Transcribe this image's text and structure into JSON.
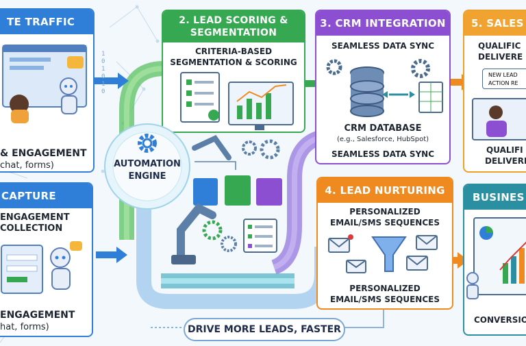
{
  "cards": {
    "traffic": {
      "title": "TE TRAFFIC",
      "line1": "& ENGAGEMENT",
      "line2": "chat, forms)"
    },
    "capture": {
      "title": "CAPTURE",
      "line1": "ENGAGEMENT",
      "line2": "COLLECTION",
      "line3": "ENGAGEMENT",
      "line4": "hat, forms)"
    },
    "scoring": {
      "title1": "2. LEAD SCORING &",
      "title2": "SEGMENTATION",
      "line1": "CRITERIA-BASED",
      "line2": "SEGMENTATION & SCORING"
    },
    "crm": {
      "title": "3. CRM INTEGRATION",
      "top": "SEAMLESS DATA SYNC",
      "db": "CRM DATABASE",
      "db_sub": "(e.g., Salesforce, HubSpot)",
      "bottom": "SEAMLESS DATA SYNC"
    },
    "nurture": {
      "title": "4. LEAD NURTURING",
      "top1": "PERSONALIZED",
      "top2": "EMAIL/SMS SEQUENCES",
      "bot1": "PERSONALIZED",
      "bot2": "EMAIL/SMS SEQUENCES"
    },
    "sales": {
      "title": "5. SALES",
      "line1": "QUALIFIC",
      "line2": "DELIVERE",
      "bubble1": "NEW LEAD",
      "bubble2": "ACTION RE",
      "line3": "QUALIFI",
      "line4": "DELIVERE"
    },
    "business": {
      "title": "BUSINES",
      "bottom": "CONVERSIO"
    }
  },
  "engine": {
    "label1": "AUTOMATION",
    "label2": "ENGINE"
  },
  "footer": {
    "tagline": "DRIVE MORE LEADS, FASTER"
  },
  "decor": {
    "binary": [
      "1",
      "0",
      "1",
      "0",
      "1",
      "0"
    ]
  },
  "colors": {
    "blue": "#2f7fd8",
    "green": "#37a852",
    "purple": "#8c4fd2",
    "orange": "#ee8a1f",
    "teal": "#2b8fa2",
    "pipe": "#7fcf7a",
    "pipe_purple": "#9a7ee0"
  }
}
